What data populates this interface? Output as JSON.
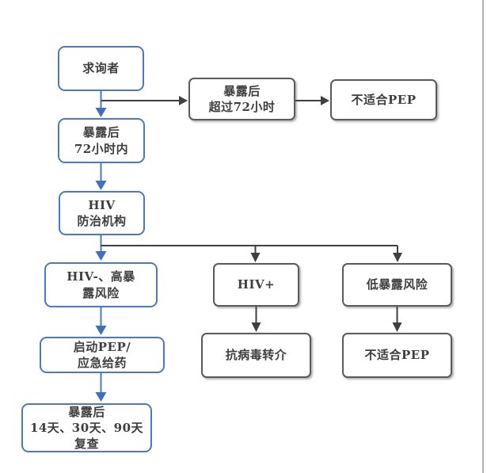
{
  "figure": {
    "type": "flowchart",
    "language": "zh-CN",
    "topic": "HIV PEP eligibility and follow-up decision flow"
  },
  "colors": {
    "accent_blue": "#4a79c4",
    "arrow_blue": "#3e6fc1",
    "connector_dark": "#3f3f3f",
    "box_gray_border": "#5a5a5a",
    "text_color": "#3e3e3e",
    "background": "#ffffff",
    "edge_line": "#b3b3b3"
  },
  "nodes": {
    "seeker": {
      "label": "求询者",
      "style": "blue"
    },
    "over72h": {
      "label": "暴露后\n超过72小时",
      "style": "gray"
    },
    "pep_unsuitable_top": {
      "label": "不适合PEP",
      "style": "gray"
    },
    "within72h": {
      "label": "暴露后\n72小时内",
      "style": "blue"
    },
    "hiv_org": {
      "label": "HIV\n防治机构",
      "style": "blue"
    },
    "hiv_neg_high_risk": {
      "label": "HIV-、高暴\n露风险",
      "style": "blue"
    },
    "hiv_pos": {
      "label": "HIV+",
      "style": "gray"
    },
    "low_risk": {
      "label": "低暴露风险",
      "style": "gray"
    },
    "start_pep": {
      "label": "启动PEP/\n应急给药",
      "style": "blue"
    },
    "antiviral_referral": {
      "label": "抗病毒转介",
      "style": "gray"
    },
    "pep_unsuitable_bottom": {
      "label": "不适合PEP",
      "style": "gray"
    },
    "followup": {
      "label": "暴露后\n14天、30天、90天\n复查",
      "style": "blue"
    }
  },
  "edges": [
    {
      "from": "seeker",
      "to": "within72h",
      "color": "blue"
    },
    {
      "from": "seeker",
      "to": "over72h",
      "color": "dark"
    },
    {
      "from": "over72h",
      "to": "pep_unsuitable_top",
      "color": "dark"
    },
    {
      "from": "within72h",
      "to": "hiv_org",
      "color": "blue"
    },
    {
      "from": "hiv_org",
      "to": "hiv_neg_high_risk",
      "color": "blue"
    },
    {
      "from": "hiv_org",
      "to": "hiv_pos",
      "color": "dark"
    },
    {
      "from": "hiv_org",
      "to": "low_risk",
      "color": "dark"
    },
    {
      "from": "hiv_neg_high_risk",
      "to": "start_pep",
      "color": "blue"
    },
    {
      "from": "start_pep",
      "to": "followup",
      "color": "blue"
    },
    {
      "from": "hiv_pos",
      "to": "antiviral_referral",
      "color": "dark"
    },
    {
      "from": "low_risk",
      "to": "pep_unsuitable_bottom",
      "color": "dark"
    }
  ]
}
